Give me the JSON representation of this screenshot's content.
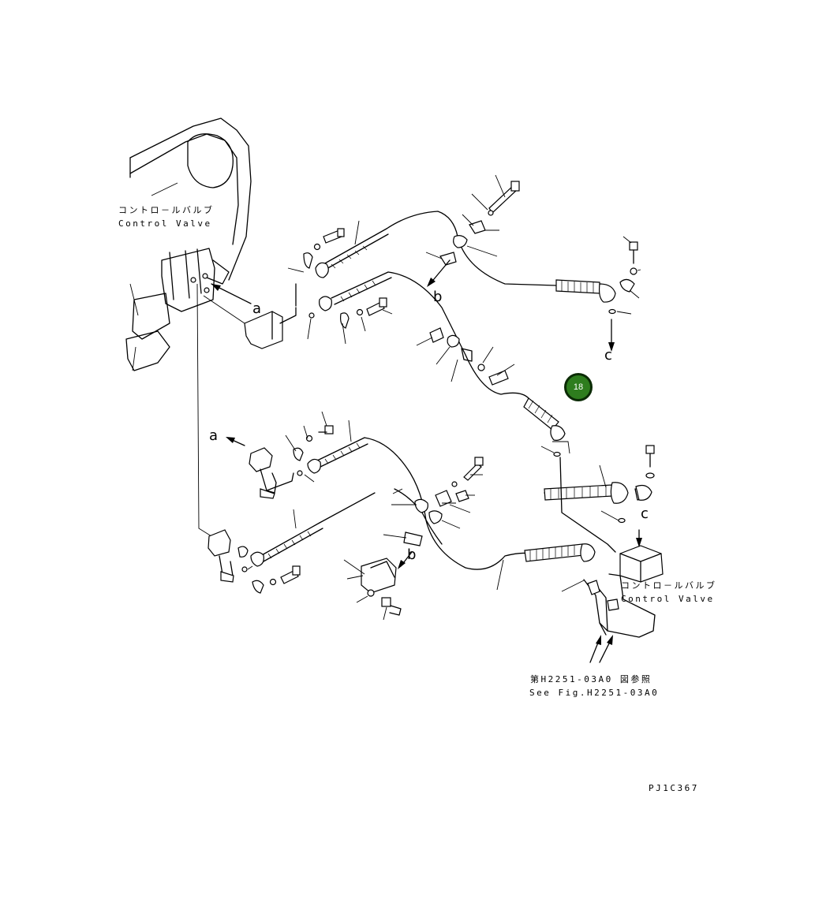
{
  "labels": {
    "control_valve_top_jp": "コントロ－ルバルブ",
    "control_valve_top_en": "Control Valve",
    "control_valve_right_jp": "コントロ－ルバルブ",
    "control_valve_right_en": "Control Valve",
    "see_fig_jp": "第H2251-03A0 図参照",
    "see_fig_en": "See Fig.H2251-03A0",
    "drawing_code": "PJ1C367"
  },
  "markers": {
    "a_top": "a",
    "a_left": "a",
    "b_top": "b",
    "b_bottom": "b",
    "c_top": "c",
    "c_bottom": "c"
  },
  "callout": {
    "number": "18",
    "color": "#2e7d1e"
  }
}
